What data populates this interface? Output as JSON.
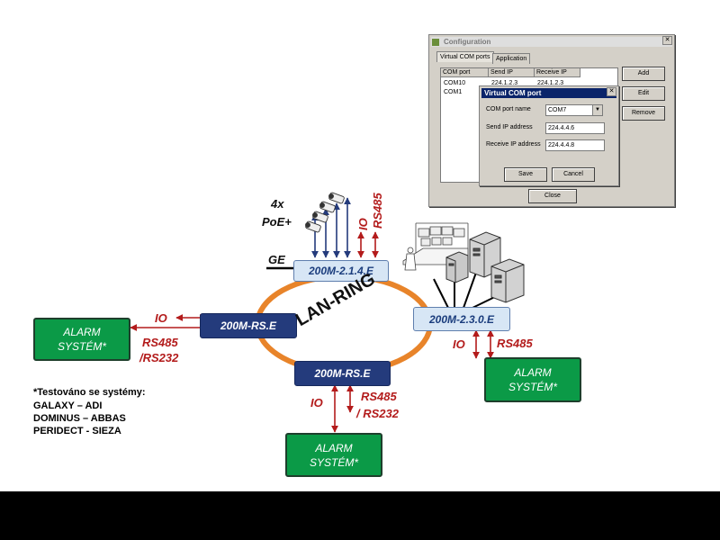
{
  "labels": {
    "io": "IO",
    "rs485": "RS485",
    "rs232_slash_prefix": "/RS232",
    "rs232_slash_spaced": "/ RS232",
    "ge": "GE",
    "poe_count": "4x",
    "poe": "PoE+",
    "ring": "LAN-RING"
  },
  "nodes": {
    "switch_top": "200M-2.1.4.E",
    "switch_left": "200M-RS.E",
    "switch_right": "200M-2.3.0.E",
    "switch_bottom": "200M-RS.E"
  },
  "alarm": {
    "line1": "ALARM",
    "line2": "SYSTÉM*"
  },
  "notes": {
    "header": "*Testováno se systémy:",
    "line1": "GALAXY – ADI",
    "line2": "DOMINUS – ABBAS",
    "line3": "PERIDECT - SIEZA"
  },
  "config_window": {
    "title": "Configuration",
    "tabs": [
      "Virtual COM ports",
      "Application"
    ],
    "columns": [
      "COM port",
      "Send IP",
      "Receive IP"
    ],
    "rows": [
      [
        "COM10",
        "224.1.2.3",
        "224.1.2.3"
      ],
      [
        "COM1",
        "",
        ""
      ]
    ],
    "buttons": {
      "add": "Add",
      "edit": "Edit",
      "remove": "Remove",
      "close": "Close"
    }
  },
  "vcom_dialog": {
    "title": "Virtual COM port",
    "com_port_label": "COM port name",
    "com_port_value": "COM7",
    "send_label": "Send IP address",
    "send_value": "224.4.4.6",
    "receive_label": "Receive IP address",
    "receive_value": "224.4.4.8",
    "save": "Save",
    "cancel": "Cancel"
  },
  "colors": {
    "ring": "#e8842a",
    "red_arrow": "#b31b1b",
    "blue_arrow": "#243b7c",
    "alarm_green": "#0b9a47",
    "node_dark": "#243b7c",
    "node_light": "#d7e6f5"
  }
}
